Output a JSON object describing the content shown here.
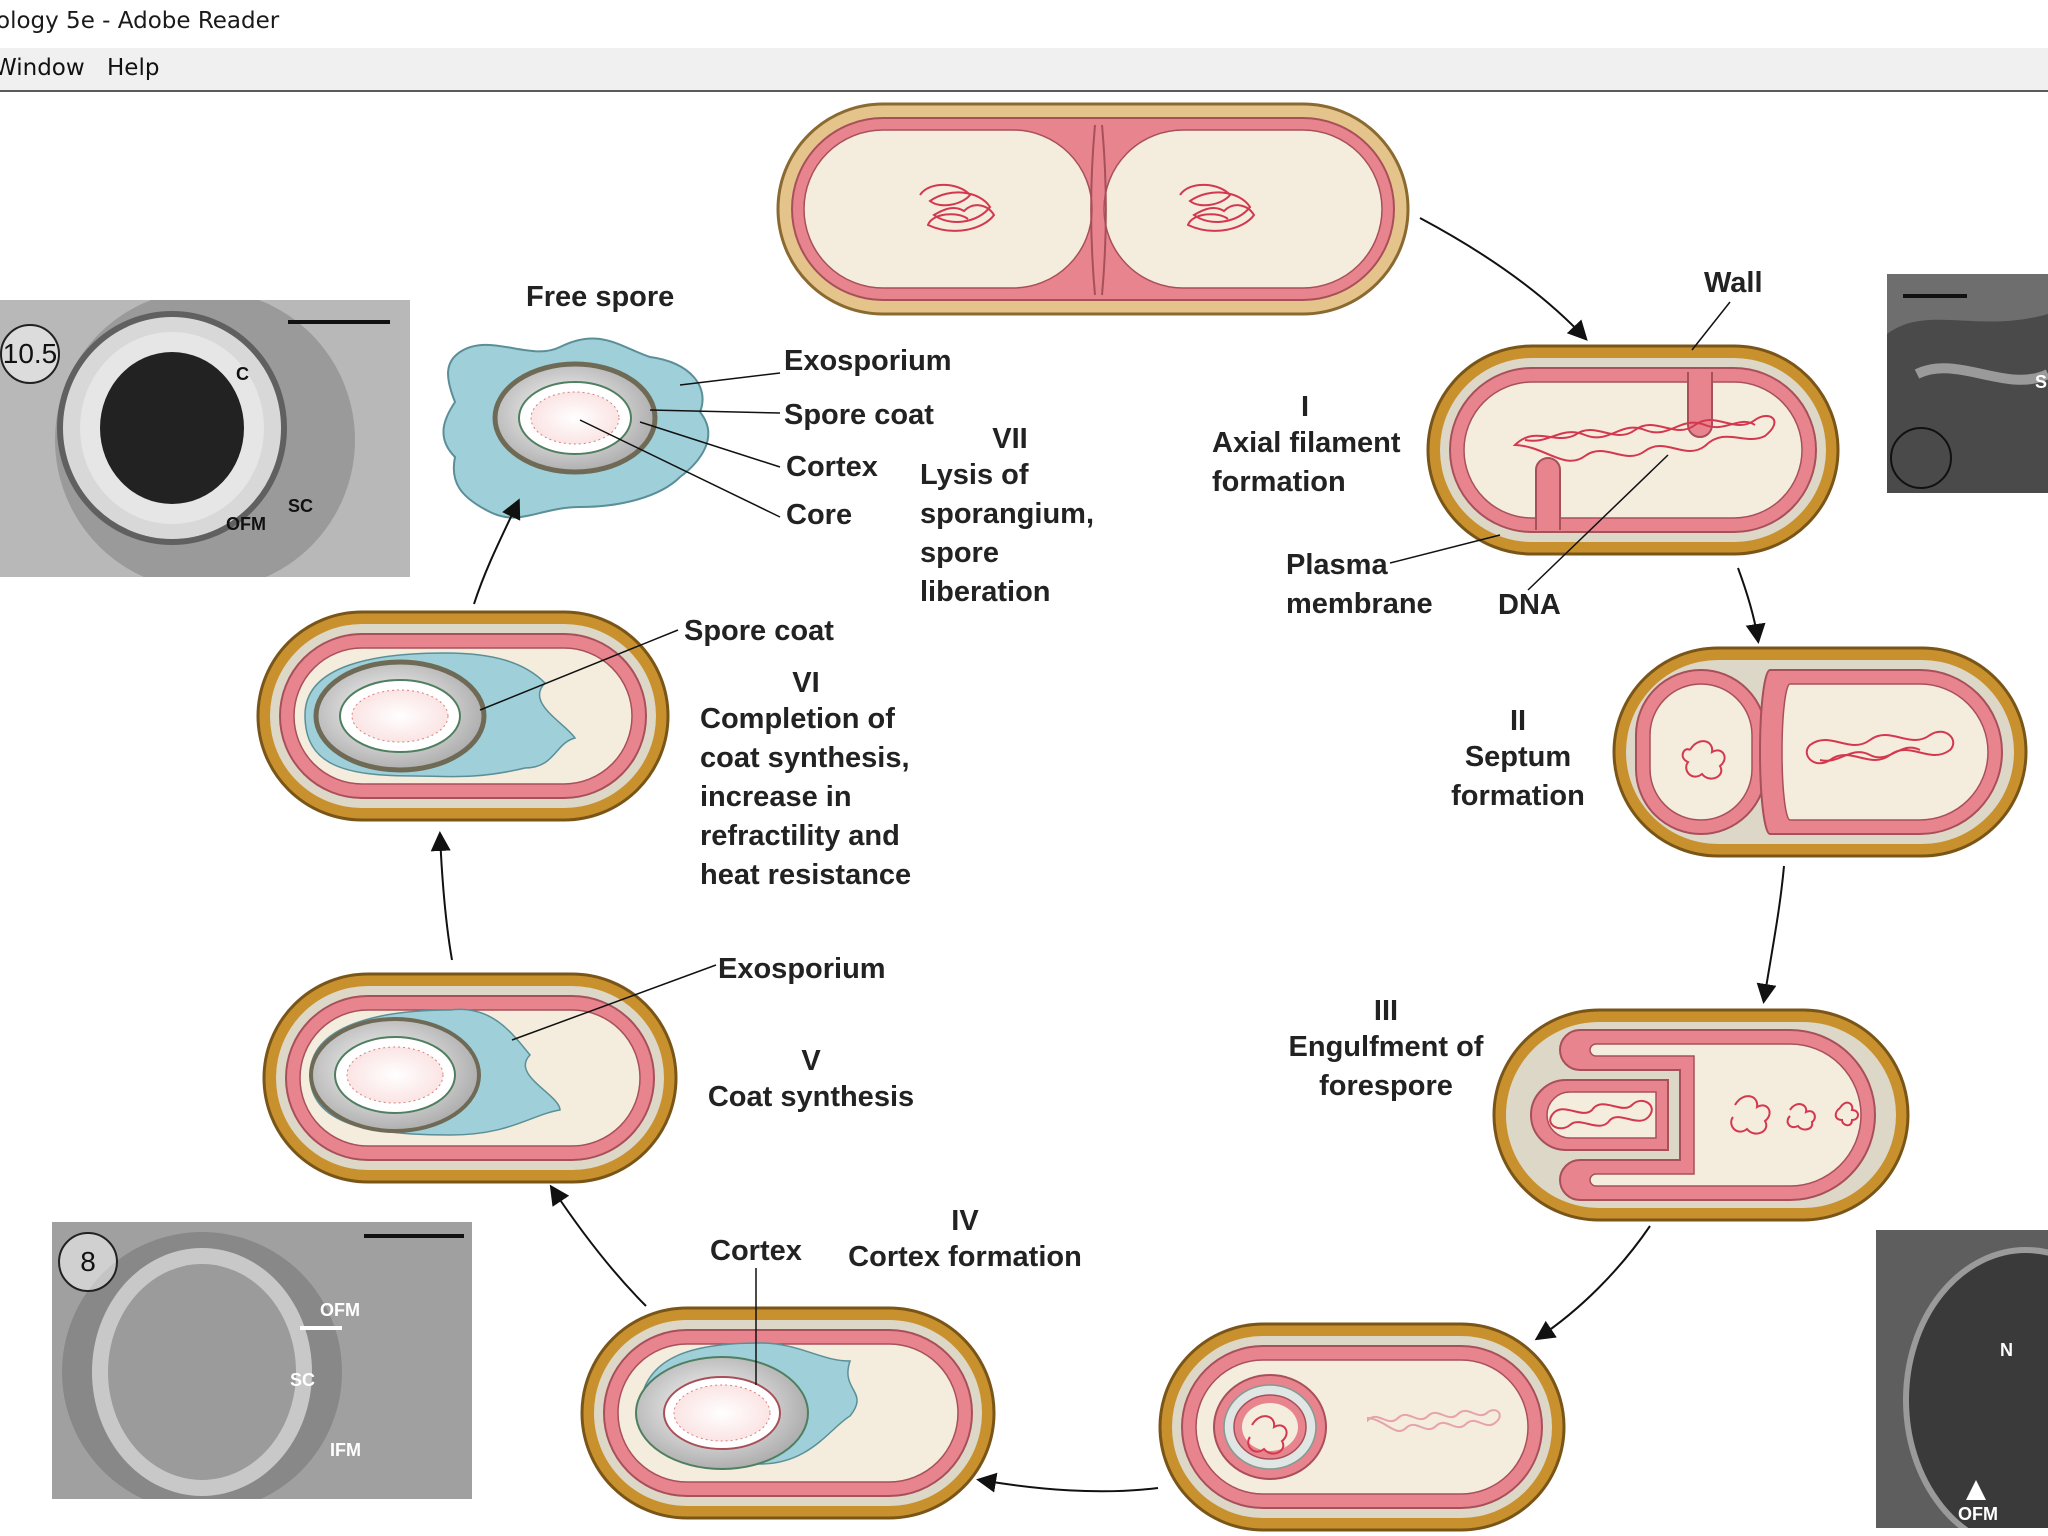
{
  "window": {
    "title": "ology 5e - Adobe Reader"
  },
  "menu": {
    "items": [
      "Window",
      "Help"
    ]
  },
  "labels": {
    "free_spore": "Free spore",
    "exosporium_top": "Exosporium",
    "spore_coat_top": "Spore coat",
    "cortex_top": "Cortex",
    "core": "Core",
    "stage7_num": "VII",
    "stage7_text": [
      "Lysis of",
      "sporangium,",
      "spore",
      "liberation"
    ],
    "wall": "Wall",
    "stage1_num": "I",
    "stage1_text": [
      "Axial filament",
      "formation"
    ],
    "plasma_membrane": [
      "Plasma",
      "membrane"
    ],
    "dna": "DNA",
    "stage2_num": "II",
    "stage2_text": [
      "Septum",
      "formation"
    ],
    "spore_coat_mid": "Spore coat",
    "stage6_num": "VI",
    "stage6_text": [
      "Completion of",
      "coat synthesis,",
      "increase in",
      "refractility and",
      "heat resistance"
    ],
    "stage3_num": "III",
    "stage3_text": [
      "Engulfment of",
      "forespore"
    ],
    "exosporium_mid": "Exosporium",
    "stage5_num": "V",
    "stage5_text": "Coat synthesis",
    "stage4_num": "IV",
    "stage4_text": "Cortex formation",
    "cortex_bottom": "Cortex"
  },
  "micrographs": {
    "top_left": {
      "number": "10.5",
      "labels": [
        "C",
        "SC",
        "OFM"
      ]
    },
    "bottom_left": {
      "number": "8",
      "labels": [
        "OFM",
        "SC",
        "IFM"
      ]
    },
    "top_right": {
      "labels": [
        "S"
      ]
    },
    "bottom_right": {
      "labels": [
        "N",
        "OFM"
      ]
    }
  },
  "colors": {
    "wall_outer": "#c8912e",
    "wall_inner": "#e7c98e",
    "membrane": "#e8848e",
    "cytoplasm": "#f4ecdc",
    "exosporium": "#9fd0d9",
    "spore_coat": "#9b8f6e",
    "dna": "#d4384f"
  }
}
